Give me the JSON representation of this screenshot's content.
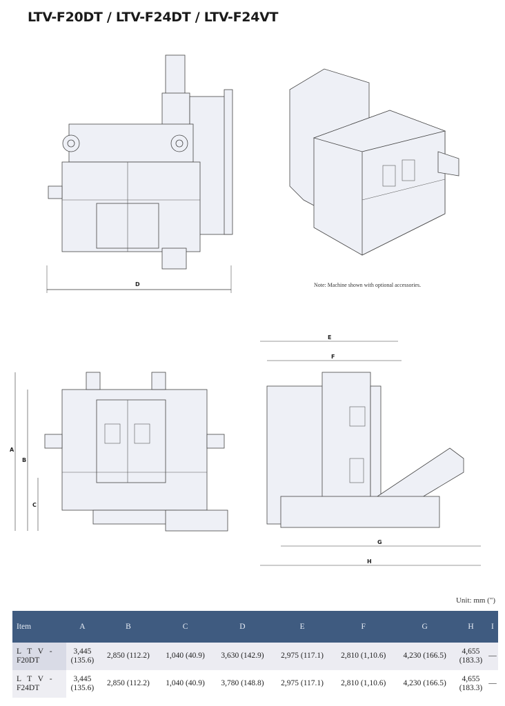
{
  "title": "LTV-F20DT / LTV-F24DT / LTV-F24VT",
  "note": "Note: Machine shown with optional accessories.",
  "dimension_labels": {
    "A": "A",
    "B": "B",
    "C": "C",
    "D": "D",
    "E": "E",
    "F": "F",
    "G": "G",
    "H": "H"
  },
  "unit": "Unit: mm (\")",
  "table": {
    "headers": [
      "Item",
      "A",
      "B",
      "C",
      "D",
      "E",
      "F",
      "G",
      "H",
      "I"
    ],
    "rows": [
      {
        "item_line1": "L T V -",
        "item_line2": "F20DT",
        "A1": "3,445",
        "A2": "(135.6)",
        "B": "2,850 (112.2)",
        "C": "1,040 (40.9)",
        "D": "3,630 (142.9)",
        "E": "2,975 (117.1)",
        "F": "2,810 (1,10.6)",
        "G": "4,230 (166.5)",
        "H1": "4,655",
        "H2": "(183.3)",
        "I": "—"
      },
      {
        "item_line1": "L T V -",
        "item_line2": "F24DT",
        "A1": "3,445",
        "A2": "(135.6)",
        "B": "2,850 (112.2)",
        "C": "1,040 (40.9)",
        "D": "3,780 (148.8)",
        "E": "2,975 (117.1)",
        "F": "2,810 (1,10.6)",
        "G": "4,230 (166.5)",
        "H1": "4,655",
        "H2": "(183.3)",
        "I": "—"
      }
    ]
  }
}
